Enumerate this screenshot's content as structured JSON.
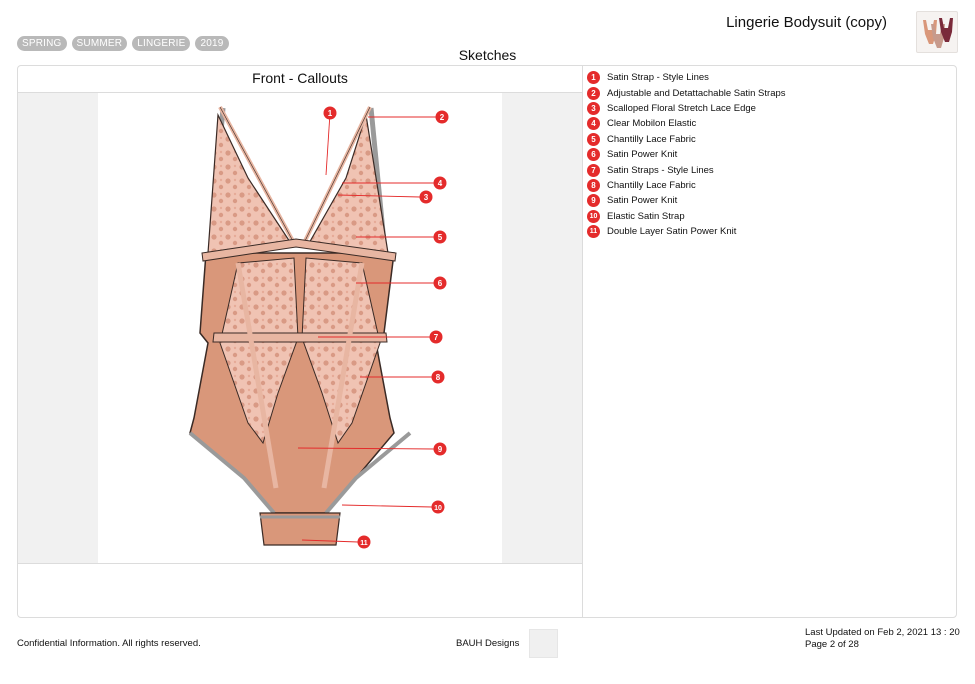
{
  "header": {
    "title": "Lingerie Bodysuit (copy)",
    "tags": [
      "SPRING",
      "SUMMER",
      "LINGERIE",
      "2019"
    ],
    "section_title": "Sketches"
  },
  "sketch": {
    "pane_title": "Front - Callouts",
    "colors": {
      "skin": "#d9977a",
      "lace": "#f0c3b3",
      "strap": "#e8b6a2",
      "callout": "#e42b2b",
      "grey_strap": "#9a9a9a"
    }
  },
  "callouts": [
    {
      "num": "1",
      "label": "Satin Strap - Style Lines"
    },
    {
      "num": "2",
      "label": "Adjustable and Detattachable Satin Straps"
    },
    {
      "num": "3",
      "label": "Scalloped Floral Stretch Lace Edge"
    },
    {
      "num": "4",
      "label": "Clear Mobilon Elastic"
    },
    {
      "num": "5",
      "label": "Chantilly Lace Fabric"
    },
    {
      "num": "6",
      "label": "Satin Power Knit"
    },
    {
      "num": "7",
      "label": "Satin Straps - Style Lines"
    },
    {
      "num": "8",
      "label": "Chantilly Lace Fabric"
    },
    {
      "num": "9",
      "label": "Satin Power Knit"
    },
    {
      "num": "10",
      "label": "Elastic Satin Strap"
    },
    {
      "num": "11",
      "label": "Double Layer Satin Power Knit"
    }
  ],
  "footer": {
    "confidential": "Confidential Information. All rights reserved.",
    "company": "BAUH Designs",
    "last_updated": "Last Updated on Feb 2, 2021 13 : 20",
    "page": "Page 2 of 28"
  }
}
